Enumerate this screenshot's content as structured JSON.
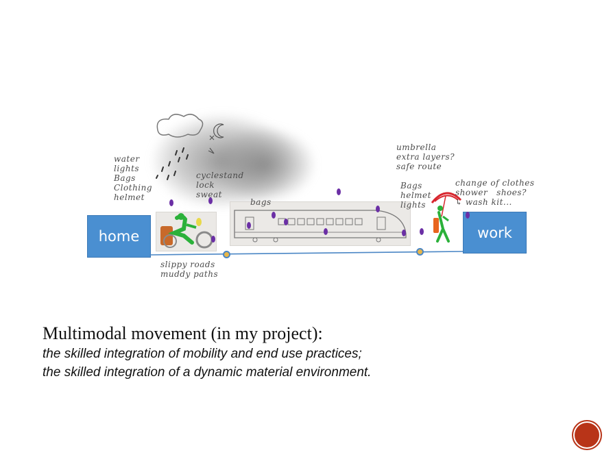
{
  "diagram": {
    "home_label": "home",
    "work_label": "work",
    "left_notes": "water\nlights\nBags\nClothing\nhelmet",
    "cycle_notes": "cyclestand\nlock\nsweat",
    "train_notes": "bags",
    "road_notes": "slippy roads\nmuddy paths",
    "right_notes": "umbrella\nextra layers?\nsafe route",
    "right_notes_2": "Bags\nhelmet\nlights",
    "change_notes": "change of clothes\nshower   shoes?\n↳ wash kit..."
  },
  "caption": {
    "title": "Multimodal movement (in my project):",
    "line1": "the skilled integration of mobility and end use practices;",
    "line2": "the skilled integration of a dynamic material environment."
  },
  "colors": {
    "box": "#4a8fd1",
    "line": "#4a86c5",
    "dot": "#6b2fa5",
    "node": "#e7b64a",
    "corner": "#b83418"
  }
}
